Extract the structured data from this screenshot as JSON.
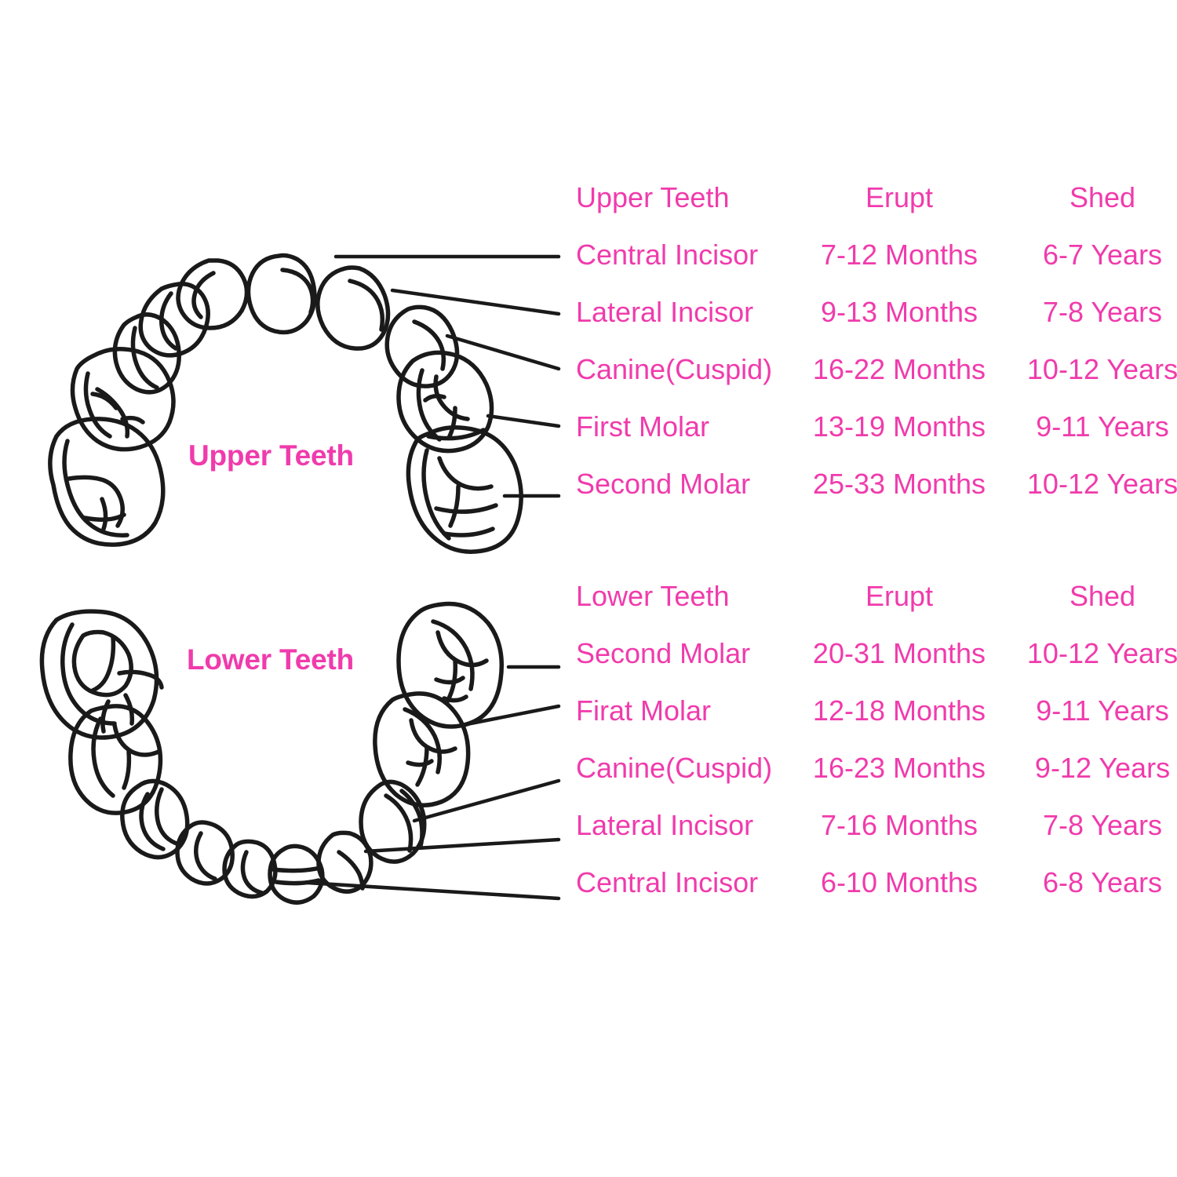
{
  "diagram": {
    "upper_arch_label": "Upper Teeth",
    "lower_arch_label": "Lower Teeth",
    "accent_color": "#F03BAC",
    "line_color": "#1a1a1a"
  },
  "upper_table": {
    "header": {
      "name": "Upper Teeth",
      "erupt": "Erupt",
      "shed": "Shed"
    },
    "rows": [
      {
        "name": "Central Incisor",
        "erupt": "7-12 Months",
        "shed": "6-7 Years"
      },
      {
        "name": "Lateral Incisor",
        "erupt": "9-13 Months",
        "shed": "7-8 Years"
      },
      {
        "name": "Canine(Cuspid)",
        "erupt": "16-22 Months",
        "shed": "10-12 Years"
      },
      {
        "name": "First Molar",
        "erupt": "13-19 Months",
        "shed": "9-11 Years"
      },
      {
        "name": "Second Molar",
        "erupt": "25-33 Months",
        "shed": "10-12 Years"
      }
    ]
  },
  "lower_table": {
    "header": {
      "name": "Lower Teeth",
      "erupt": "Erupt",
      "shed": "Shed"
    },
    "rows": [
      {
        "name": "Second Molar",
        "erupt": "20-31 Months",
        "shed": "10-12 Years"
      },
      {
        "name": "Firat Molar",
        "erupt": "12-18 Months",
        "shed": "9-11 Years"
      },
      {
        "name": "Canine(Cuspid)",
        "erupt": "16-23 Months",
        "shed": "9-12 Years"
      },
      {
        "name": "Lateral Incisor",
        "erupt": "7-16 Months",
        "shed": "7-8 Years"
      },
      {
        "name": "Central Incisor",
        "erupt": "6-10 Months",
        "shed": "6-8 Years"
      }
    ]
  }
}
